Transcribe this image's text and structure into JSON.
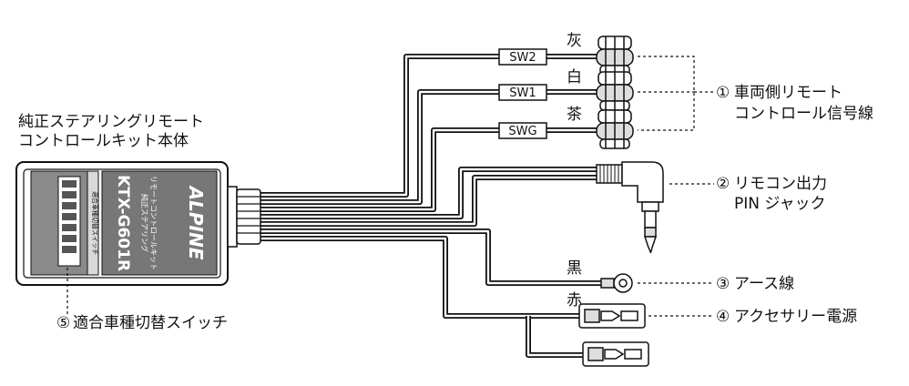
{
  "unit": {
    "title_line1": "純正ステアリングリモート",
    "title_line2": "コントロールキット本体",
    "brand": "ALPINE",
    "model": "KTX-G601R",
    "product_line1": "純正ステアリング",
    "product_line2": "リモートコントロールキット",
    "switch_caption": "適合車種切替スイッチ"
  },
  "wires": {
    "sw2": "SW2",
    "sw1": "SW1",
    "swg": "SWG",
    "grey": "灰",
    "white": "白",
    "brown": "茶",
    "black": "黒",
    "red": "赤"
  },
  "callouts": {
    "c1_num": "①",
    "c1_line1": "車両側リモート",
    "c1_line2": "コントロール信号線",
    "c2_num": "②",
    "c2_line1": "リモコン出力",
    "c2_line2": "PIN ジャック",
    "c3_num": "③",
    "c3_text": "アース線",
    "c4_num": "④",
    "c4_text": "アクセサリー電源",
    "c5_num": "⑤"
  }
}
